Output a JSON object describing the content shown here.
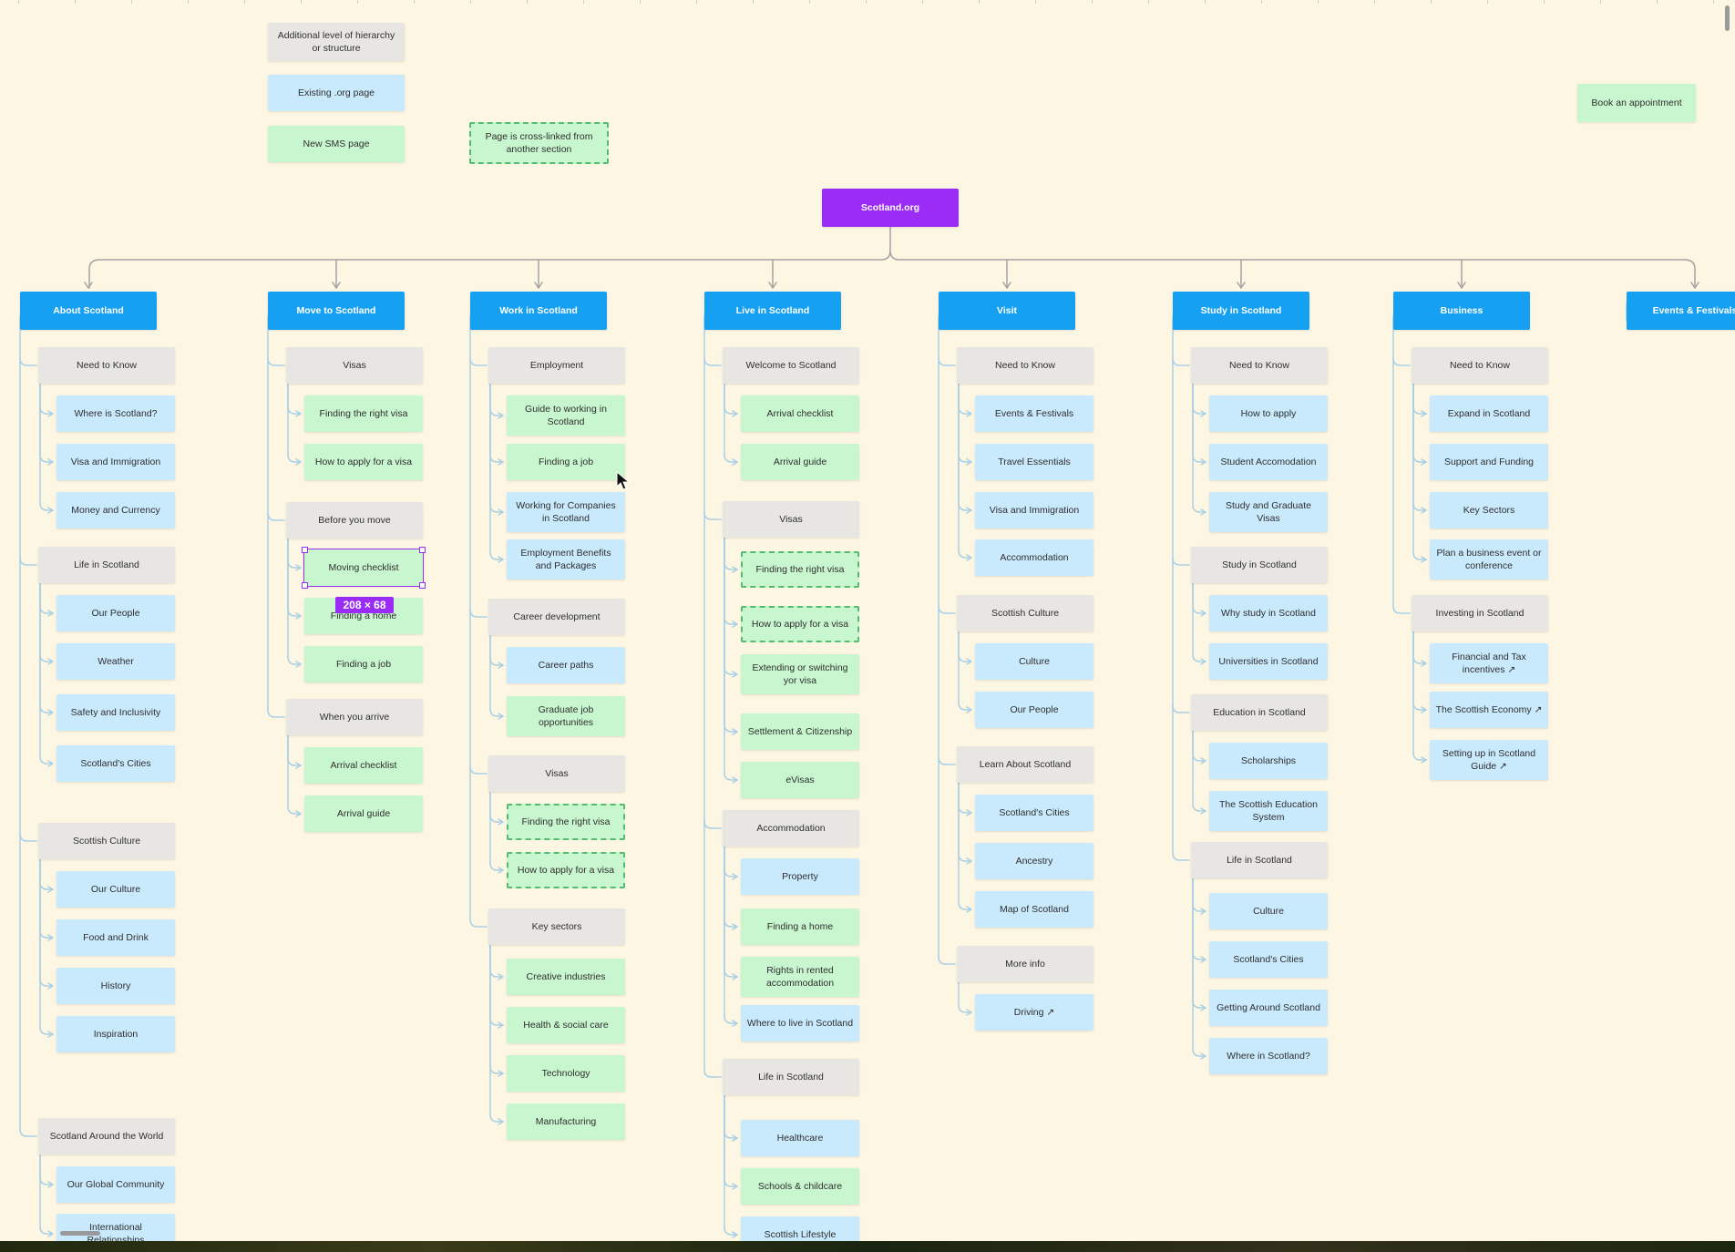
{
  "colors": {
    "canvas": "#fcf6e2",
    "gray": "#e7e6e3",
    "blue": "#c9e9fd",
    "green": "#c8f6cf",
    "dashed_border": "#55bb70",
    "header": "#16a0f2",
    "root": "#9a2cf5",
    "connector": "#a9d0e6",
    "tree_connector": "#a3a3a3"
  },
  "legend": {
    "additional_level": "Additional level of hierarchy or structure",
    "existing_page": "Existing .org page",
    "new_page": "New SMS page",
    "cross_linked": "Page is cross-linked from another section"
  },
  "book_appointment": "Book an appointment",
  "root_label": "Scotland.org",
  "selection_size": "208 × 68",
  "sections": [
    {
      "title": "About Scotland",
      "items": [
        {
          "label": "Need to Know",
          "kind": "gray"
        },
        {
          "label": "Where is Scotland?",
          "kind": "blue"
        },
        {
          "label": "Visa and Immigration",
          "kind": "blue"
        },
        {
          "label": "Money and Currency",
          "kind": "blue"
        },
        {
          "label": "Life in Scotland",
          "kind": "gray"
        },
        {
          "label": "Our People",
          "kind": "blue"
        },
        {
          "label": "Weather",
          "kind": "blue"
        },
        {
          "label": "Safety and Inclusivity",
          "kind": "blue"
        },
        {
          "label": "Scotland's Cities",
          "kind": "blue"
        },
        {
          "label": "Scottish Culture",
          "kind": "gray"
        },
        {
          "label": "Our Culture",
          "kind": "blue"
        },
        {
          "label": "Food and Drink",
          "kind": "blue"
        },
        {
          "label": "History",
          "kind": "blue"
        },
        {
          "label": "Inspiration",
          "kind": "blue"
        },
        {
          "label": "Scotland Around the World",
          "kind": "gray"
        },
        {
          "label": "Our Global Community",
          "kind": "blue"
        },
        {
          "label": "International Relationships",
          "kind": "blue"
        }
      ]
    },
    {
      "title": "Move to Scotland",
      "items": [
        {
          "label": "Visas",
          "kind": "gray"
        },
        {
          "label": "Finding the right visa",
          "kind": "green"
        },
        {
          "label": "How to apply for a visa",
          "kind": "green"
        },
        {
          "label": "Before you move",
          "kind": "gray"
        },
        {
          "label": "Moving checklist",
          "kind": "green"
        },
        {
          "label": "Finding a home",
          "kind": "green"
        },
        {
          "label": "Finding a job",
          "kind": "green"
        },
        {
          "label": "When you arrive",
          "kind": "gray"
        },
        {
          "label": "Arrival checklist",
          "kind": "green"
        },
        {
          "label": "Arrival guide",
          "kind": "green"
        }
      ]
    },
    {
      "title": "Work in Scotland",
      "items": [
        {
          "label": "Employment",
          "kind": "gray"
        },
        {
          "label": "Guide to working in Scotland",
          "kind": "green"
        },
        {
          "label": "Finding a job",
          "kind": "green"
        },
        {
          "label": "Working for Companies in Scotland",
          "kind": "blue"
        },
        {
          "label": "Employment Benefits and Packages",
          "kind": "blue"
        },
        {
          "label": "Career development",
          "kind": "gray"
        },
        {
          "label": "Career paths",
          "kind": "blue"
        },
        {
          "label": "Graduate job opportunities",
          "kind": "green"
        },
        {
          "label": "Visas",
          "kind": "gray"
        },
        {
          "label": "Finding the right visa",
          "kind": "dashed"
        },
        {
          "label": "How to apply for a visa",
          "kind": "dashed"
        },
        {
          "label": "Key sectors",
          "kind": "gray"
        },
        {
          "label": "Creative industries",
          "kind": "green"
        },
        {
          "label": "Health & social care",
          "kind": "green"
        },
        {
          "label": "Technology",
          "kind": "green"
        },
        {
          "label": "Manufacturing",
          "kind": "green"
        }
      ]
    },
    {
      "title": "Live in Scotland",
      "items": [
        {
          "label": "Welcome to Scotland",
          "kind": "gray"
        },
        {
          "label": "Arrival checklist",
          "kind": "green"
        },
        {
          "label": "Arrival guide",
          "kind": "green"
        },
        {
          "label": "Visas",
          "kind": "gray"
        },
        {
          "label": "Finding the right visa",
          "kind": "dashed"
        },
        {
          "label": "How to apply for a visa",
          "kind": "dashed"
        },
        {
          "label": "Extending or switching yor visa",
          "kind": "green"
        },
        {
          "label": "Settlement & Citizenship",
          "kind": "green"
        },
        {
          "label": "eVisas",
          "kind": "green"
        },
        {
          "label": "Accommodation",
          "kind": "gray"
        },
        {
          "label": "Property",
          "kind": "blue"
        },
        {
          "label": "Finding a home",
          "kind": "green"
        },
        {
          "label": "Rights in rented accommodation",
          "kind": "green"
        },
        {
          "label": "Where to live in Scotland",
          "kind": "blue"
        },
        {
          "label": "Life in Scotland",
          "kind": "gray"
        },
        {
          "label": "Healthcare",
          "kind": "blue"
        },
        {
          "label": "Schools & childcare",
          "kind": "green"
        },
        {
          "label": "Scottish Lifestyle",
          "kind": "blue"
        }
      ]
    },
    {
      "title": "Visit",
      "items": [
        {
          "label": "Need to Know",
          "kind": "gray"
        },
        {
          "label": "Events & Festivals",
          "kind": "blue"
        },
        {
          "label": "Travel Essentials",
          "kind": "blue"
        },
        {
          "label": "Visa and Immigration",
          "kind": "blue"
        },
        {
          "label": "Accommodation",
          "kind": "blue"
        },
        {
          "label": "Scottish Culture",
          "kind": "gray"
        },
        {
          "label": "Culture",
          "kind": "blue"
        },
        {
          "label": "Our People",
          "kind": "blue"
        },
        {
          "label": "Learn About Scotland",
          "kind": "gray"
        },
        {
          "label": "Scotland's Cities",
          "kind": "blue"
        },
        {
          "label": "Ancestry",
          "kind": "blue"
        },
        {
          "label": "Map of Scotland",
          "kind": "blue"
        },
        {
          "label": "More info",
          "kind": "gray"
        },
        {
          "label": "Driving ↗",
          "kind": "blue"
        }
      ]
    },
    {
      "title": "Study in Scotland",
      "items": [
        {
          "label": "Need to Know",
          "kind": "gray"
        },
        {
          "label": "How to apply",
          "kind": "blue"
        },
        {
          "label": "Student Accomodation",
          "kind": "blue"
        },
        {
          "label": "Study and Graduate Visas",
          "kind": "blue"
        },
        {
          "label": "Study in Scotland",
          "kind": "gray"
        },
        {
          "label": "Why study in Scotland",
          "kind": "blue"
        },
        {
          "label": "Universities in Scotland",
          "kind": "blue"
        },
        {
          "label": "Education in Scotland",
          "kind": "gray"
        },
        {
          "label": "Scholarships",
          "kind": "blue"
        },
        {
          "label": "The Scottish Education System",
          "kind": "blue"
        },
        {
          "label": "Life in Scotland",
          "kind": "gray"
        },
        {
          "label": "Culture",
          "kind": "blue"
        },
        {
          "label": "Scotland's Cities",
          "kind": "blue"
        },
        {
          "label": "Getting Around Scotland",
          "kind": "blue"
        },
        {
          "label": "Where in Scotland?",
          "kind": "blue"
        }
      ]
    },
    {
      "title": "Business",
      "items": [
        {
          "label": "Need to Know",
          "kind": "gray"
        },
        {
          "label": "Expand in Scotland",
          "kind": "blue"
        },
        {
          "label": "Support and Funding",
          "kind": "blue"
        },
        {
          "label": "Key Sectors",
          "kind": "blue"
        },
        {
          "label": "Plan a business event or conference",
          "kind": "blue"
        },
        {
          "label": "Investing in Scotland",
          "kind": "gray"
        },
        {
          "label": "Financial and Tax incentives ↗",
          "kind": "blue"
        },
        {
          "label": "The Scottish Economy ↗",
          "kind": "blue"
        },
        {
          "label": "Setting up in Scotland Guide ↗",
          "kind": "blue"
        }
      ]
    },
    {
      "title": "Events & Festivals",
      "items": []
    }
  ]
}
